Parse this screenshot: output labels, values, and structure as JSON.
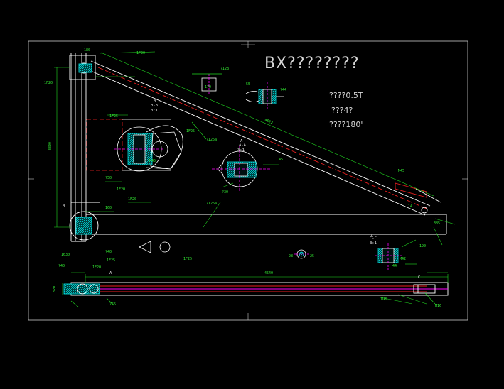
{
  "title": "BX????????",
  "specs": [
    "????0.5T",
    "???4?",
    "????180'"
  ],
  "section_labels": [
    "B",
    "B-B",
    "3:1",
    "A",
    "A-A",
    "3:1",
    "C",
    "C-C",
    "3:1",
    "A",
    "B",
    "C"
  ],
  "dimensions": {
    "overall_length": "4540",
    "column_height": "3800",
    "diagonal_length": "4622",
    "bottom_offset": "1630",
    "width_320": "320",
    "dim_170": "170",
    "dim_160": "160",
    "dim_180": "180",
    "dim_55": "55",
    "dim_45": "45",
    "dim_14": "14",
    "dim_190": "190",
    "dim_385": "385",
    "dim_28": "28",
    "dim_25": "25",
    "dim_44": "44"
  },
  "callouts": [
    "1F20",
    "1F20",
    "1F25",
    "1F25",
    "1F20",
    "1F20",
    "1F25",
    "1F25",
    "1F20",
    "?I25a",
    "?I25a",
    "?I28",
    "M45",
    "M42",
    "M45",
    "M16",
    "M16",
    "?30",
    "?40",
    "?50",
    "?44",
    "?55",
    "?40"
  ],
  "colors": {
    "background": "#000000",
    "outline": "#ffffff",
    "dimension": "#22dd22",
    "hidden": "#ee2020",
    "center": "#ff00ff",
    "fill": "#00d8d8",
    "frame": "#c8c8c8"
  }
}
